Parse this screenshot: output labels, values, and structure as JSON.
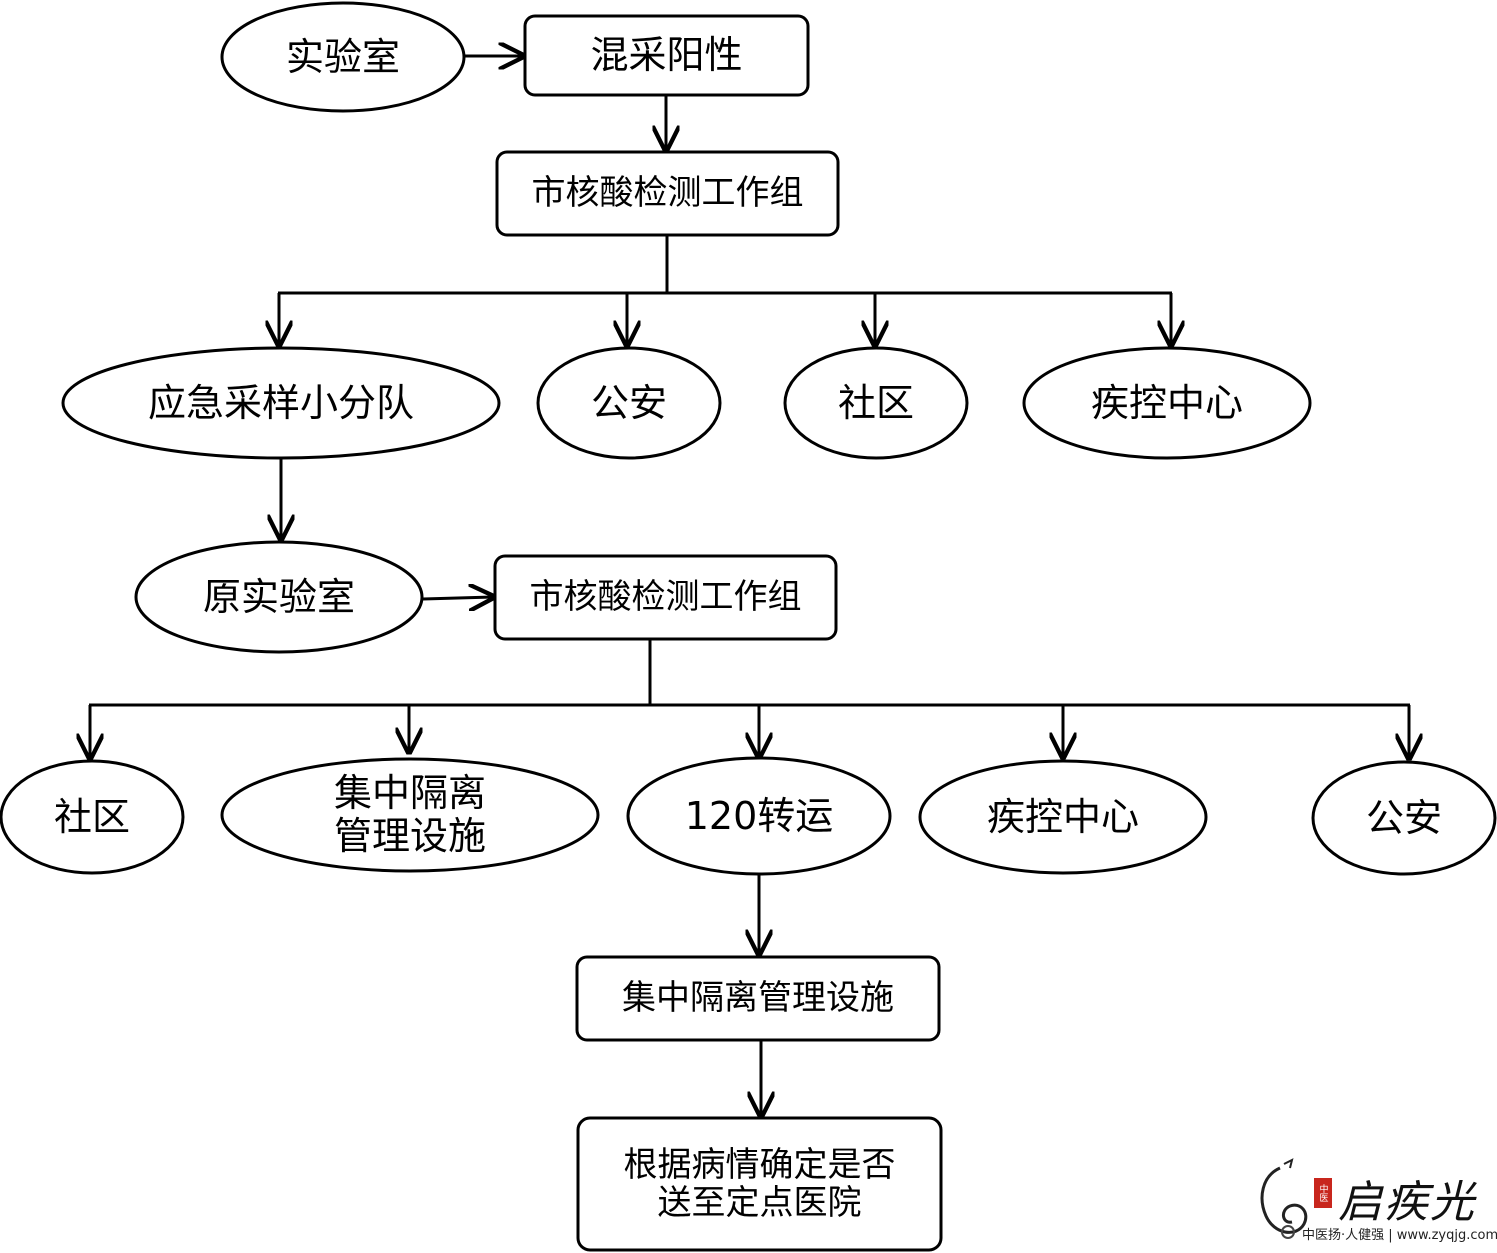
{
  "nodes": {
    "lab": "实验室",
    "mixed_positive": "混采阳性",
    "nat_group_1": "市核酸检测工作组",
    "emergency_team": "应急采样小分队",
    "police_1": "公安",
    "community_1": "社区",
    "cdc_1": "疾控中心",
    "original_lab": "原实验室",
    "nat_group_2": "市核酸检测工作组",
    "community_2": "社区",
    "quarantine_facility_1": "集中隔离\n管理设施",
    "transfer_120": "120转运",
    "cdc_2": "疾控中心",
    "police_2": "公安",
    "quarantine_facility_2": "集中隔离管理设施",
    "decision": "根据病情确定是否\n送至定点医院"
  },
  "watermark": {
    "brand": "启疾光",
    "seal": "中医",
    "slogan": "中医扬·人健强 | www.zyqjg.com"
  }
}
